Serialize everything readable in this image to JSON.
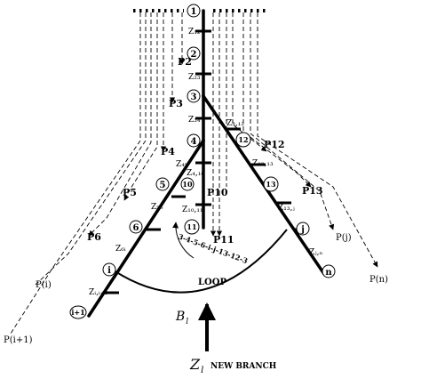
{
  "nodes": {
    "n1": "1",
    "n2": "2",
    "n3": "3",
    "n4": "4",
    "n5": "5",
    "n6": "6",
    "ni": "i",
    "ni1": "i+1",
    "n10": "10",
    "n11": "11",
    "n12": "12",
    "n13": "13",
    "nj": "j",
    "nn": "n"
  },
  "impedances": {
    "z12": "Z₁₂",
    "z23": "Z₂₃",
    "z34": "Z₃₄",
    "z45": "Z₄₅",
    "z410": "Z₄,₁₀",
    "z56": "Z₅₆",
    "z1011": "Z₁₀,₁₁",
    "z6i": "Z₆ᵢ",
    "zii1": "Zᵢ,ᵢ₊₁",
    "z312": "Z₃,₁₂",
    "z1213": "Z₁₂,₁₃",
    "z13j": "Z₁₃,ⱼ",
    "zjn": "Zⱼ,ₙ"
  },
  "powers": {
    "p2": "P2",
    "p3": "P3",
    "p4": "P4",
    "p5": "P5",
    "p6": "P6",
    "pi": "P(i)",
    "pi1": "P(i+1)",
    "p10": "P10",
    "p11": "P11",
    "p12": "P12",
    "p13": "P13",
    "pj": "P(j)",
    "pn": "P(n)"
  },
  "loop": {
    "label": "LOOP",
    "path_text": "3-4-5-6-i-j-13-12-3"
  },
  "branch": {
    "b_label": "B",
    "b_sub": "l",
    "z_label": "Z",
    "z_sub": "l",
    "new_branch": "NEW BRANCH"
  }
}
